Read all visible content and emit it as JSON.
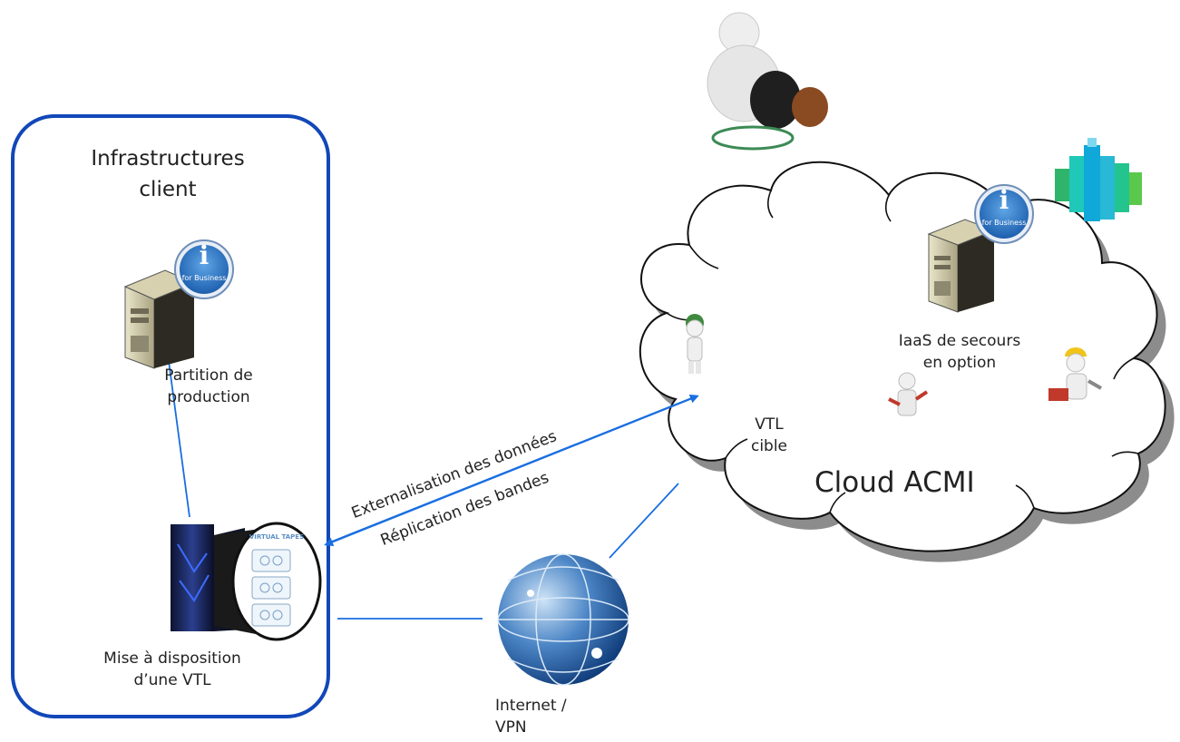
{
  "client": {
    "title_line1": "Infrastructures",
    "title_line2": "client",
    "partition_line1": "Partition de",
    "partition_line2": "production",
    "vtl_line1": "Mise à disposition",
    "vtl_line2": "d’une VTL",
    "virtual_tapes_label": "VIRTUAL TAPES"
  },
  "badge": {
    "letter": "i",
    "caption": "for Business"
  },
  "links": {
    "externalisation": "Externalisation des données",
    "replication": "Réplication des bandes"
  },
  "internet": {
    "line1": "Internet /",
    "line2": "VPN"
  },
  "cloud": {
    "title": "Cloud ACMI",
    "vtl_line1": "VTL",
    "vtl_line2": "cible",
    "iaas_line1": "IaaS de secours",
    "iaas_line2": "en option"
  },
  "colors": {
    "accent": "#1147b8",
    "arrow": "#1a6ee0"
  }
}
